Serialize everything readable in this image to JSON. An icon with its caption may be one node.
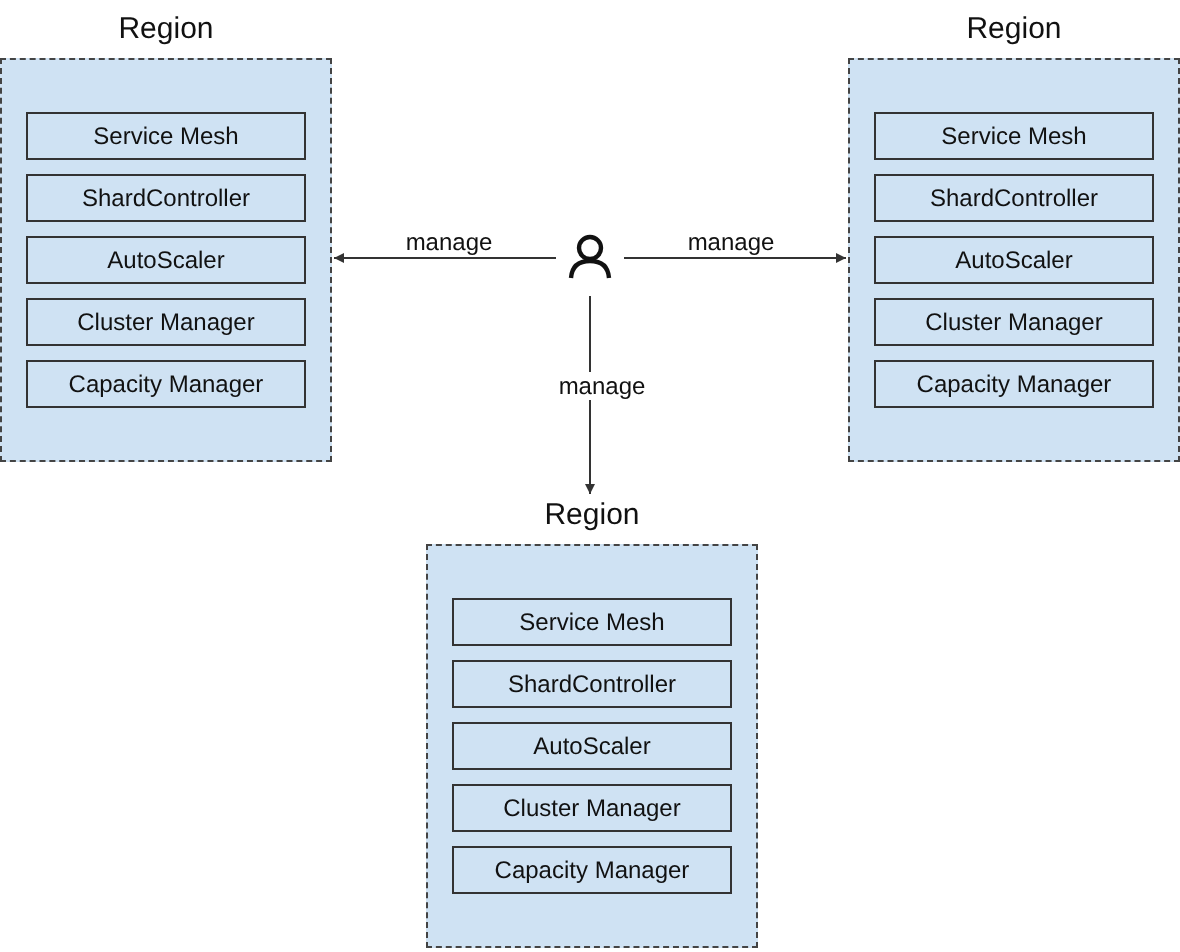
{
  "diagram": {
    "nodes": [
      {
        "text": [
          "Region"
        ]
      },
      {
        "text": [
          "Service Mesh"
        ],
        "in": 0
      },
      {
        "text": [
          "ShardController"
        ],
        "in": 0
      },
      {
        "text": [
          "AutoScaler"
        ],
        "in": 0
      },
      {
        "text": [
          "Cluster Manager"
        ],
        "in": 0
      },
      {
        "text": [
          "Capacity Manager"
        ],
        "in": 0
      },
      {
        "text": [
          "Region"
        ]
      },
      {
        "text": [
          "Service Mesh"
        ],
        "in": 6
      },
      {
        "text": [
          "ShardController"
        ],
        "in": 6
      },
      {
        "text": [
          "AutoScaler"
        ],
        "in": 6
      },
      {
        "text": [
          "Cluster Manager"
        ],
        "in": 6
      },
      {
        "text": [
          "Capacity Manager"
        ],
        "in": 6
      },
      {
        "text": [],
        "shape": "person"
      },
      {
        "text": [
          "Region"
        ]
      },
      {
        "text": [
          "Service Mesh"
        ],
        "in": 13
      },
      {
        "text": [
          "ShardController"
        ],
        "in": 13
      },
      {
        "text": [
          "AutoScaler"
        ],
        "in": 13
      },
      {
        "text": [
          "Cluster Manager"
        ],
        "in": 13
      },
      {
        "text": [
          "Capacity Manager"
        ],
        "in": 13
      }
    ],
    "edges": [
      {
        "from": 12,
        "to": 0,
        "arrow": "to",
        "label": "manage"
      },
      {
        "from": 12,
        "to": 6,
        "arrow": "to",
        "label": "manage"
      },
      {
        "from": 12,
        "to": 13,
        "arrow": "to",
        "label": "manage"
      }
    ]
  }
}
